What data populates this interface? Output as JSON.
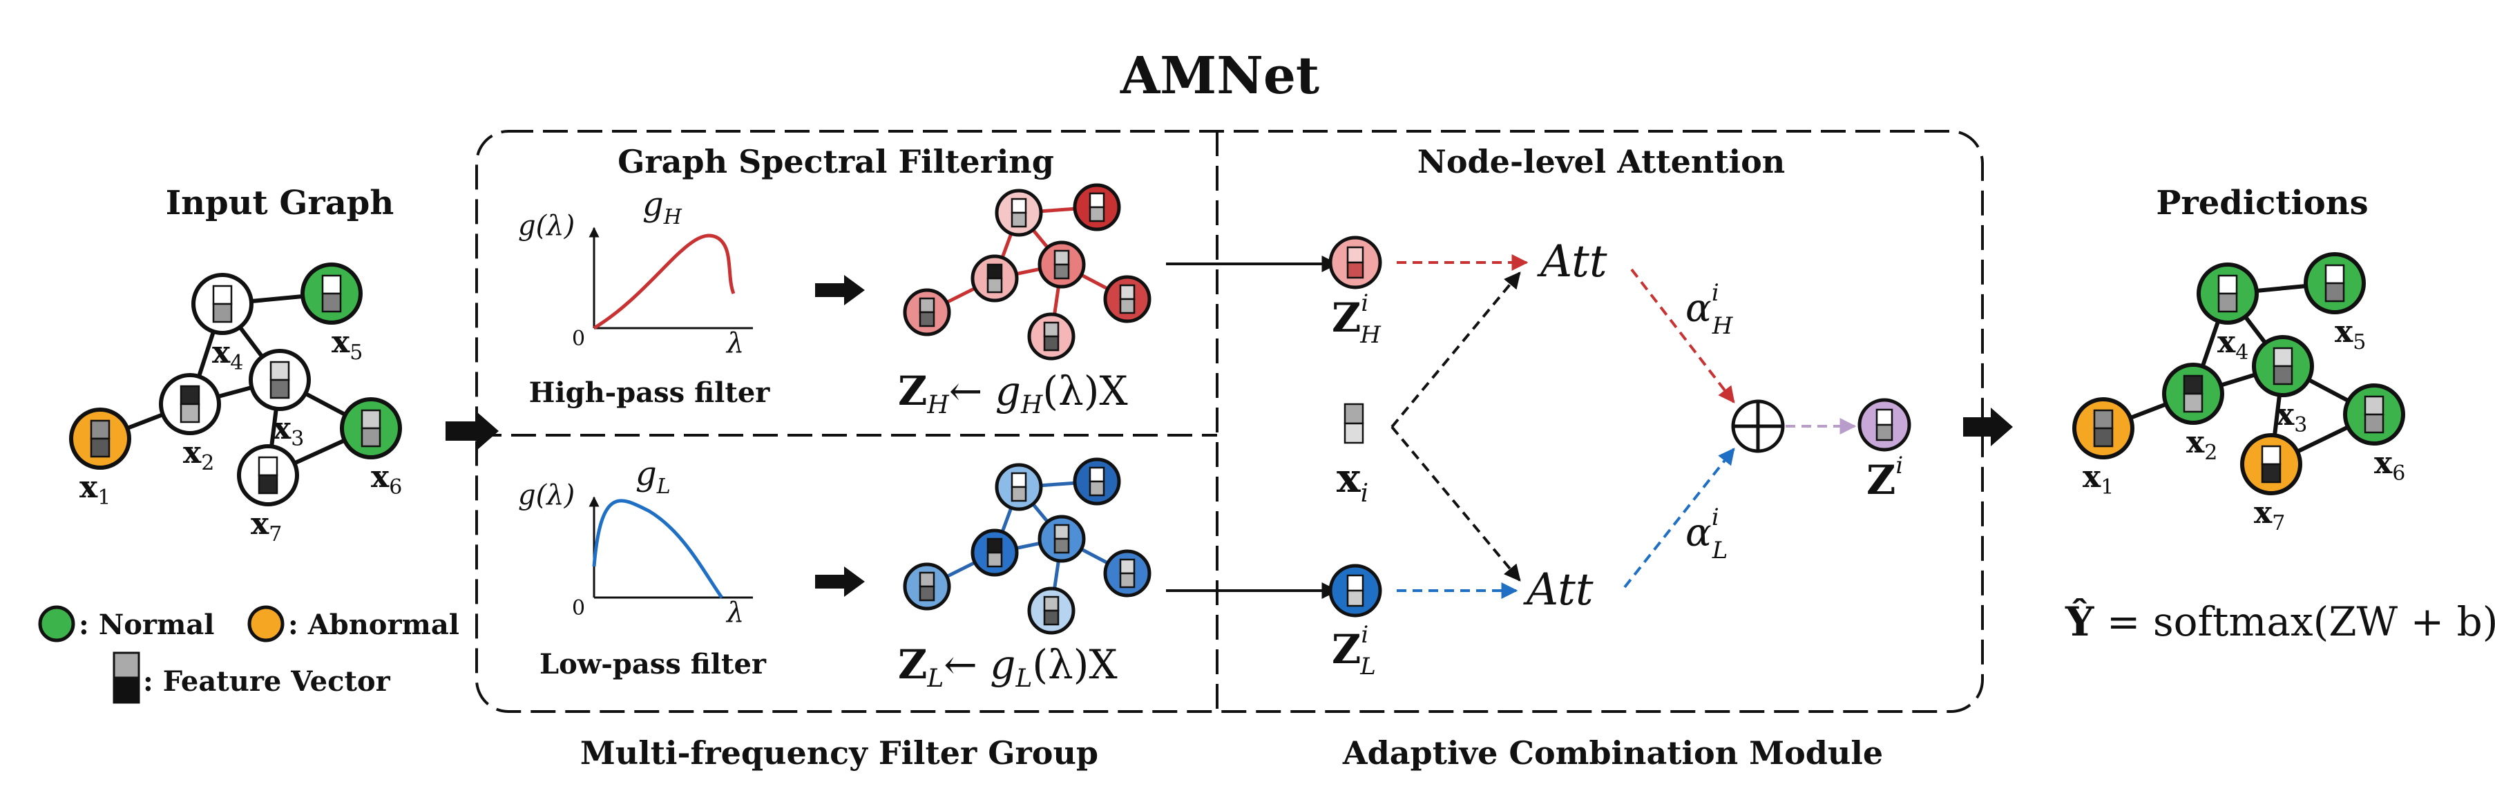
{
  "title": "AMNet",
  "input_graph": {
    "title": "Input Graph",
    "nodes": [
      {
        "id": "x1",
        "label": "x",
        "sub": "1",
        "type": "abnormal",
        "feature": [
          0.55,
          0.35
        ]
      },
      {
        "id": "x2",
        "label": "x",
        "sub": "2",
        "type": "plain",
        "feature": [
          0.15,
          0.7
        ]
      },
      {
        "id": "x3",
        "label": "x",
        "sub": "3",
        "type": "plain",
        "feature": [
          0.85,
          0.45
        ]
      },
      {
        "id": "x4",
        "label": "x",
        "sub": "4",
        "type": "plain",
        "feature": [
          1.0,
          0.6
        ]
      },
      {
        "id": "x5",
        "label": "x",
        "sub": "5",
        "type": "normal",
        "feature": [
          1.0,
          0.5
        ]
      },
      {
        "id": "x6",
        "label": "x",
        "sub": "6",
        "type": "normal",
        "feature": [
          0.8,
          0.6
        ]
      },
      {
        "id": "x7",
        "label": "x",
        "sub": "7",
        "type": "plain",
        "feature": [
          1.0,
          0.15
        ]
      }
    ],
    "edges": [
      [
        "x1",
        "x2"
      ],
      [
        "x2",
        "x4"
      ],
      [
        "x4",
        "x5"
      ],
      [
        "x4",
        "x3"
      ],
      [
        "x2",
        "x3"
      ],
      [
        "x3",
        "x6"
      ],
      [
        "x6",
        "x7"
      ],
      [
        "x3",
        "x7"
      ]
    ]
  },
  "legend": {
    "normal": ": Normal",
    "abnormal": ": Abnormal",
    "feature": ": Feature Vector"
  },
  "filter_group": {
    "section_title": "Graph Spectral Filtering",
    "caption": "Multi-frequency Filter Group",
    "high": {
      "g_label": "g(λ)",
      "func": "g",
      "func_sub": "H",
      "axis_x": "λ",
      "origin": "0",
      "filter_name": "High-pass filter",
      "eq_lhs": "Z",
      "eq_sub": "H",
      "eq_arrow": "←",
      "eq_rhs": "g",
      "eq_rhs_sub": "H",
      "eq_rhs_tail": "(λ)X"
    },
    "low": {
      "g_label": "g(λ)",
      "func": "g",
      "func_sub": "L",
      "axis_x": "λ",
      "origin": "0",
      "filter_name": "Low-pass filter",
      "eq_lhs": "Z",
      "eq_sub": "L",
      "eq_arrow": "←",
      "eq_rhs": "g",
      "eq_rhs_sub": "L",
      "eq_rhs_tail": "(λ)X"
    }
  },
  "attention": {
    "section_title": "Node-level Attention",
    "caption": "Adaptive Combination Module",
    "zh": {
      "base": "Z",
      "sup": "i",
      "sub": "H"
    },
    "zl": {
      "base": "Z",
      "sup": "i",
      "sub": "L"
    },
    "xi": {
      "base": "x",
      "sub": "i"
    },
    "att_top": "Att",
    "att_bottom": "Att",
    "alpha_h": {
      "base": "α",
      "sup": "i",
      "sub": "H"
    },
    "alpha_l": {
      "base": "α",
      "sup": "i",
      "sub": "L"
    },
    "z_out": {
      "base": "Z",
      "sup": "i"
    }
  },
  "predictions": {
    "title": "Predictions",
    "formula_lhs": "Ŷ",
    "formula_rhs": "= softmax(ZW + b)",
    "nodes": [
      {
        "id": "x1",
        "label": "x",
        "sub": "1",
        "type": "abnormal",
        "feature": [
          0.55,
          0.35
        ]
      },
      {
        "id": "x2",
        "label": "x",
        "sub": "2",
        "type": "normal",
        "feature": [
          0.15,
          0.7
        ]
      },
      {
        "id": "x3",
        "label": "x",
        "sub": "3",
        "type": "normal",
        "feature": [
          0.85,
          0.45
        ]
      },
      {
        "id": "x4",
        "label": "x",
        "sub": "4",
        "type": "normal",
        "feature": [
          1.0,
          0.6
        ]
      },
      {
        "id": "x5",
        "label": "x",
        "sub": "5",
        "type": "normal",
        "feature": [
          1.0,
          0.5
        ]
      },
      {
        "id": "x6",
        "label": "x",
        "sub": "6",
        "type": "normal",
        "feature": [
          0.8,
          0.6
        ]
      },
      {
        "id": "x7",
        "label": "x",
        "sub": "7",
        "type": "abnormal",
        "feature": [
          1.0,
          0.15
        ]
      }
    ]
  },
  "colors": {
    "normal": "#3cb44b",
    "abnormal": "#f5a623",
    "plain": "#ffffff",
    "high_curve": "#c83232",
    "low_curve": "#1f6fc5",
    "red_dash": "#c83232",
    "blue_dash": "#1f6fc5",
    "purple_dash": "#b89cc9",
    "out_node": "#c8a8d8",
    "zh_node": "#f2a5a5",
    "zl_node": "#1f6fc5",
    "high_nodes": [
      "#e98f8f",
      "#f2b2b2",
      "#e87d7d",
      "#f5c6c6",
      "#c83232",
      "#cf4444",
      "#f4b6b6"
    ],
    "low_nodes": [
      "#6fa6dc",
      "#2a72c8",
      "#4e8fd6",
      "#8cbbe8",
      "#2666b6",
      "#3d7fcd",
      "#b6d3f0"
    ]
  }
}
